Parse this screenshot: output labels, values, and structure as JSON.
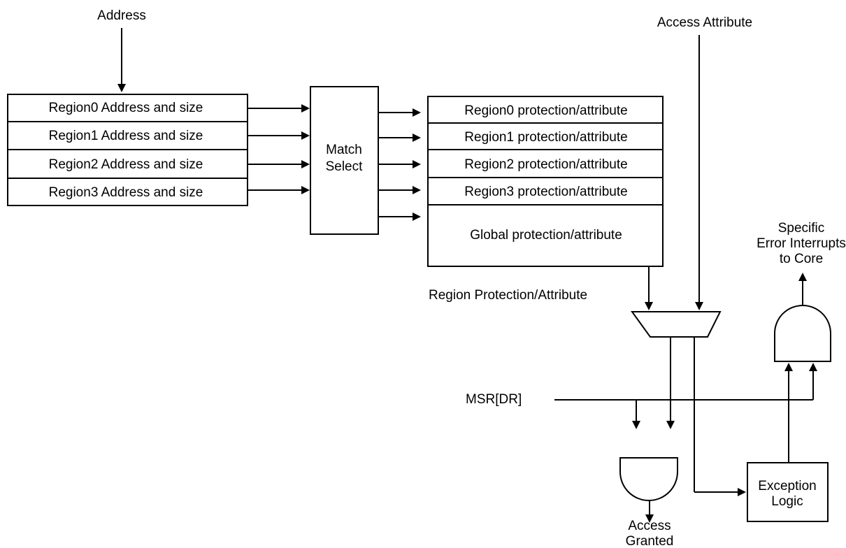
{
  "labels": {
    "address": "Address",
    "access_attribute": "Access Attribute",
    "region_protection_attribute": "Region Protection/Attribute",
    "msr_dr": "MSR[DR]",
    "specific_error_line1": "Specific",
    "specific_error_line2": "Error Interrupts",
    "specific_error_line3": "to Core",
    "access_granted_line1": "Access",
    "access_granted_line2": "Granted"
  },
  "address_regions": [
    "Region0 Address and size",
    "Region1 Address and size",
    "Region2 Address and size",
    "Region3 Address and size"
  ],
  "match_select": {
    "line1": "Match",
    "line2": "Select"
  },
  "protection_regions": [
    "Region0 protection/attribute",
    "Region1 protection/attribute",
    "Region2 protection/attribute",
    "Region3 protection/attribute"
  ],
  "global_protection": "Global protection/attribute",
  "exception_logic": {
    "line1": "Exception",
    "line2": "Logic"
  }
}
